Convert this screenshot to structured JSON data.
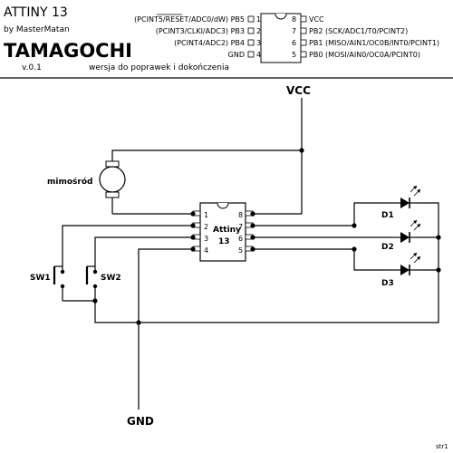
{
  "header": {
    "chip_name": "ATTINY 13",
    "author": "by MasterMatan",
    "project_title": "TAMAGOCHI",
    "version": "v.0.1",
    "subtitle": "wersja do poprawek i dokończenia"
  },
  "pinout": {
    "left": [
      {
        "num": "1",
        "label": "(PCINT5/RESET/ADC0/dW) PB5"
      },
      {
        "num": "2",
        "label": "(PCINT3/CLKI/ADC3) PB3"
      },
      {
        "num": "3",
        "label": "(PCINT4/ADC2) PB4"
      },
      {
        "num": "4",
        "label": "GND"
      }
    ],
    "right": [
      {
        "num": "8",
        "label": "VCC"
      },
      {
        "num": "7",
        "label": "PB2 (SCK/ADC1/T0/PCINT2)"
      },
      {
        "num": "6",
        "label": "PB1 (MISO/AIN1/OC0B/INT0/PCINT1)"
      },
      {
        "num": "5",
        "label": "PB0 (MOSI/AIN0/OC0A/PCINT0)"
      }
    ]
  },
  "schematic": {
    "vcc_label": "VCC",
    "gnd_label": "GND",
    "motor_label": "mimośród",
    "chip_line1": "Attiny",
    "chip_line2": "13",
    "sw1": "SW1",
    "sw2": "SW2",
    "d1": "D1",
    "d2": "D2",
    "d3": "D3",
    "pins_left": [
      "1",
      "2",
      "3",
      "4"
    ],
    "pins_right": [
      "8",
      "7",
      "6",
      "5"
    ]
  },
  "footer": {
    "page_label": "str1"
  }
}
